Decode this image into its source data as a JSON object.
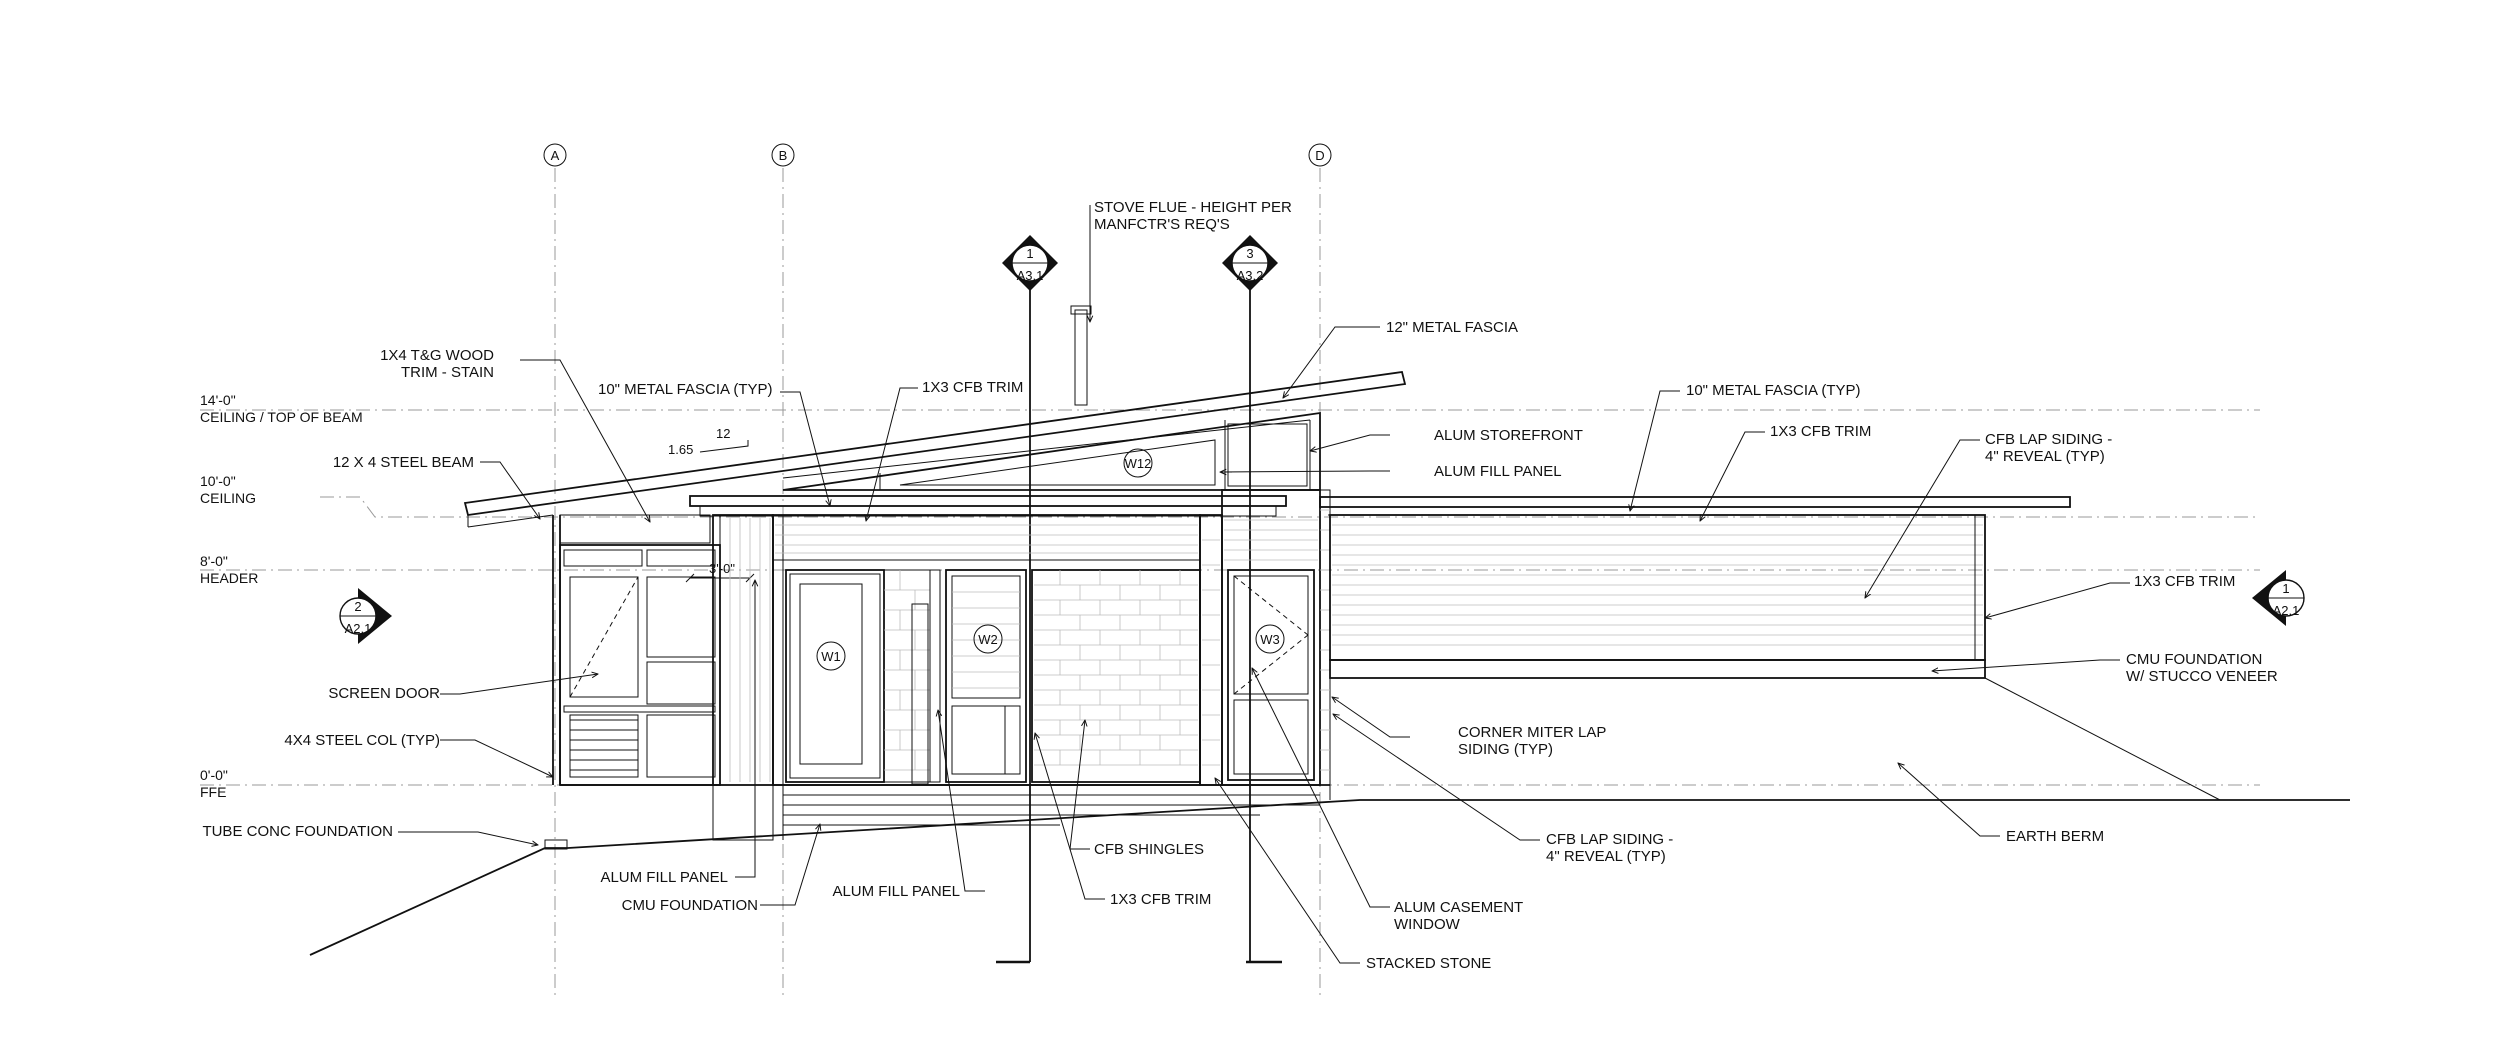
{
  "grid": {
    "a": "A",
    "b": "B",
    "d": "D"
  },
  "levels": {
    "l14_elev": "14'-0\"",
    "l14_name": "CEILING / TOP OF BEAM",
    "l10_elev": "10'-0\"",
    "l10_name": "CEILING",
    "l8_elev": "8'-0\"",
    "l8_name": "HEADER",
    "l0_elev": "0'-0\"",
    "l0_name": "FFE"
  },
  "section_markers": {
    "top_left_num": "1",
    "top_left_sheet": "A3.1",
    "top_right_num": "3",
    "top_right_sheet": "A3.2",
    "left_num": "2",
    "left_sheet": "A2.1",
    "right_num": "1",
    "right_sheet": "A2.1"
  },
  "slope": {
    "run": "12",
    "rise": "1.65"
  },
  "dimension": "3'-0\"",
  "windows": {
    "w1": "W1",
    "w2": "W2",
    "w3": "W3",
    "w12": "W12"
  },
  "labels": {
    "stove_flue_1": "STOVE FLUE - HEIGHT PER",
    "stove_flue_2": "MANFCTR'S REQ'S",
    "metal_fascia_12": "12\" METAL FASCIA",
    "wood_trim_1": "1X4 T&G WOOD",
    "wood_trim_2": "TRIM - STAIN",
    "metal_fascia_10_left": "10\" METAL FASCIA (TYP)",
    "cfb_trim_top": "1X3 CFB TRIM",
    "alum_storefront": "ALUM STOREFRONT",
    "alum_fill_panel_top": "ALUM FILL PANEL",
    "metal_fascia_10_right": "10\" METAL FASCIA (TYP)",
    "cfb_trim_right_top": "1X3 CFB TRIM",
    "cfb_lap_1": "CFB LAP SIDING -",
    "cfb_lap_2": "4\" REVEAL (TYP)",
    "steel_beam": "12 X 4 STEEL BEAM",
    "cfb_trim_far_right": "1X3 CFB TRIM",
    "screen_door": "SCREEN DOOR",
    "steel_col": "4X4 STEEL COL (TYP)",
    "cmu_stucco_1": "CMU FOUNDATION",
    "cmu_stucco_2": "W/ STUCCO VENEER",
    "corner_miter_1": "CORNER MITER LAP",
    "corner_miter_2": "SIDING (TYP)",
    "tube_conc": "TUBE CONC FOUNDATION",
    "earth_berm": "EARTH BERM",
    "cfb_shingles": "CFB SHINGLES",
    "cfb_lap_low_1": "CFB LAP SIDING -",
    "cfb_lap_low_2": "4\" REVEAL (TYP)",
    "alum_fill_panel_left": "ALUM FILL PANEL",
    "cmu_foundation": "CMU FOUNDATION",
    "alum_fill_panel_mid": "ALUM FILL PANEL",
    "cfb_trim_bottom": "1X3 CFB TRIM",
    "alum_casement_1": "ALUM CASEMENT",
    "alum_casement_2": "WINDOW",
    "stacked_stone": "STACKED STONE"
  }
}
